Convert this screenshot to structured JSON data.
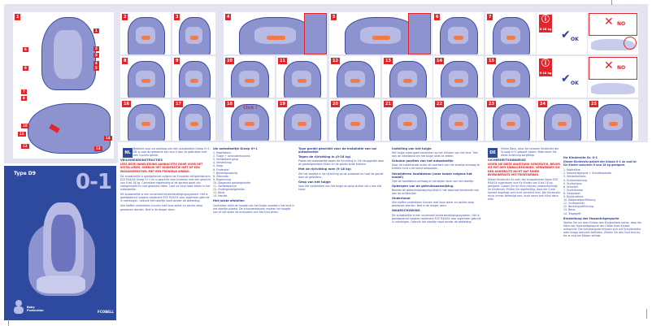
{
  "panels": {
    "p1": "1",
    "p2": "2",
    "p3": "3",
    "p4": "4",
    "p5": "5",
    "p6": "6",
    "p7": "7",
    "p8": "8",
    "p9": "9",
    "p10": "10",
    "p11": "11",
    "p12": "12",
    "p13": "13",
    "p14": "14",
    "p15": "15",
    "p16": "16",
    "p17": "17",
    "p18": "18",
    "p19": "19",
    "p20": "20",
    "p21": "21",
    "p22": "22",
    "p23": "23",
    "p24": "24",
    "p25": "25"
  },
  "callouts_top": [
    "1",
    "2",
    "3",
    "4",
    "5",
    "6",
    "7",
    "8",
    "9"
  ],
  "callouts_side": [
    "10",
    "11",
    "12",
    "13",
    "14"
  ],
  "info": {
    "weight1": "0-18 kg",
    "weight2": "9-18 kg",
    "ok": "OK",
    "no": "NO"
  },
  "click_label": "Click !",
  "cover": {
    "type": "Type D9",
    "group": "0-1",
    "baby_protection": "Baby Protection",
    "brand": "FCOBELL"
  },
  "nl": {
    "badge": "NL",
    "intro": "Bedankt voor uw aankoop van een autostoeltje Groep 0+1. Dit is voor de geboorte tot circa 4 jaar, te gebruiken met een 3-punts gordel.",
    "safety_title": "VEILIGHEIDSINSTRUCTIES",
    "safety_warn": "LEES DEZE HANDLEIDING AANDACHTIG DOOR VOOR HET INSTALLEREN. GEBRUIK HET KINDERZITJE NIET OP EEN PASSAGIERSSTOEL MET EEN FRONTALE AIRBAG.",
    "safety_body": "Dit autostoeltje is goedgekeurd volgens de Europese veiligheidsnorm ECE R44/04 Groep 0+1 en is geschikt voor kinderen met een gewicht van 0 tot 18 kg. Controleer regelmatig of de gordels goed zijn vastgemaakt en niet gedraaid zitten. Laat uw kind nooit alleen in het autostoeltje.",
    "seat_title": "Uw autostoeltje Groep 0+1",
    "parts": [
      "1. Hoofdsteun",
      "2. Tuigje + schouderkussens",
      "3. Verstelbare gesp",
      "4. Verstelknop",
      "5. Gesp",
      "6. Onderstel",
      "7. Bevestigingsclip",
      "8. Zitkussen",
      "9. Rugleuning",
      "10. Diagonale gordelgeleider",
      "11. Gordelspanner",
      "12. Ondergordelgeleider",
      "13. Basis",
      "14. Handle"
    ],
    "adjust_title": "Het juiste afstellen",
    "adjust_body": "Controleer altijd de hoogte van het tuigje voordat u het kind in het stoeltje plaatst. De schouderbanden moeten ter hoogte van of net onder de schouders van het kind zitten.",
    "belt_title": "Type gordel geschikt voor de installatie van uw autostoeltje",
    "rear_title": "Tegen de rijrichting in (0-18 kg)",
    "rear_body": "Plaats het autostoeltje tegen de rijrichting in. De heupgordel door de gordelgeleiders halen en de gordel strak trekken.",
    "front_title": "Met de rijrichting mee (9-18 kg)",
    "front_body": "Zet het stoeltje in de rijrichting op de autostoel en haal de gordel door de geleiders.",
    "buckle_title": "Gesp van het tuigje",
    "buckle_body": "Voor het vastmaken van het tuigje de gesp sluiten tot u een klik hoort.",
    "harness_title": "Instelling van het tuigje",
    "harness_body": "Het tuigje moet goed aansluiten op het lichaam van het kind. Trek aan de instelband om het tuigje strak te zetten.",
    "recline_title": "Schuine posities van het autostoeltje",
    "recline_body": "Door de instelhendel onder de voorkant van het stoeltje omhoog te trekken kunt u de stand aanpassen.",
    "headrest_title": "Verwijderen hoofdsteun (naar keuze volgens het model)",
    "headrest_body": "Trek de hoofdsteun omhoog en verwijder deze van het stoeltje.",
    "storage_title": "Opbergen van de gebruiksaanwijzing",
    "storage_body": "Bewaar de gebruiksaanwijzing altijd in het daarvoor bestemde vak aan de achterzijde.",
    "care_title": "Onderhoud",
    "care_body": "Alle stoffen onderdelen kunnen met lauw water en zachte zeep gewassen worden. Niet in de droger doen.",
    "warning_title": "WAARSCHUWING",
    "warning_body": "Dit autostoeltje is een universeel kinderbeveiligingssysteem. Het is goedgekeurd volgens reglement ECE R44/04 voor algemeen gebruik in voertuigen. Gebruik het stoeltje nooit zonder de bekleding."
  },
  "de": {
    "badge": "DE",
    "intro": "Vielen Dank, dass Sie unseren Kindersitz der Gruppe 0+1 gekauft haben. Bitte lesen Sie diese Anleitung sorgfältig.",
    "safety_title": "SICHERHEITSHINWEISE",
    "safety_warn": "LESEN SIE DIESE ANLEITUNG SORGFÄLTIG, BEVOR SIE MIT DEM EINBAU BEGINNEN. VERWENDEN SIE DEN KINDERSITZ NICHT AUF EINEM BEIFAHRERSITZ MIT FRONTAIRBAG.",
    "safety_body": "Dieser Kindersitz ist nach der europäischen Norm ECE R44/04 zugelassen und für Kinder von 0 bis 18 kg geeignet. Lassen Sie Ihr Kind niemals unbeaufsichtigt im Kindersitz. Prüfen Sie regelmäßig, dass die Gurte korrekt angelegt und nicht verdreht sind. Der Kindersitz muss immer befestigt sein, auch wenn kein Kind darin sitzt.",
    "seat_title": "Ihr Kindersitz Gr. 0-1",
    "seat_sub": "Dieser Kindersitz gehört der Klasse 0-1 an und ist für Kinder zwischen 0 und 18 kg geeignet.",
    "parts": [
      "1. Kopfstütze",
      "2. Hosenträgergurt + Schulterpolster",
      "3. Verstellschloss",
      "4. Gurtverstellung",
      "5. Gurtschloss",
      "6. Unterteil",
      "7. Gurtklemme",
      "8. Sitzpolster",
      "9. Rückenlehne",
      "10. Diagonalgurtführung",
      "11. Gurtspanner",
      "12. Beckengurtführung",
      "13. Basis",
      "14. Tragegriff"
    ],
    "adjust_title": "Einstellung der Hosenträgergurte",
    "adjust_body": "Stellen Sie vor dem Einbau des Kindersitzes sicher, dass die Höhe der Hosenträgergurte der Größe Ihres Kindes entspricht. Die Schultergurte müssen sich auf Schulterhöhe oder knapp darunter befinden. Ziehen Sie den Gurt fest an, bis er eng am Körper anliegt."
  }
}
